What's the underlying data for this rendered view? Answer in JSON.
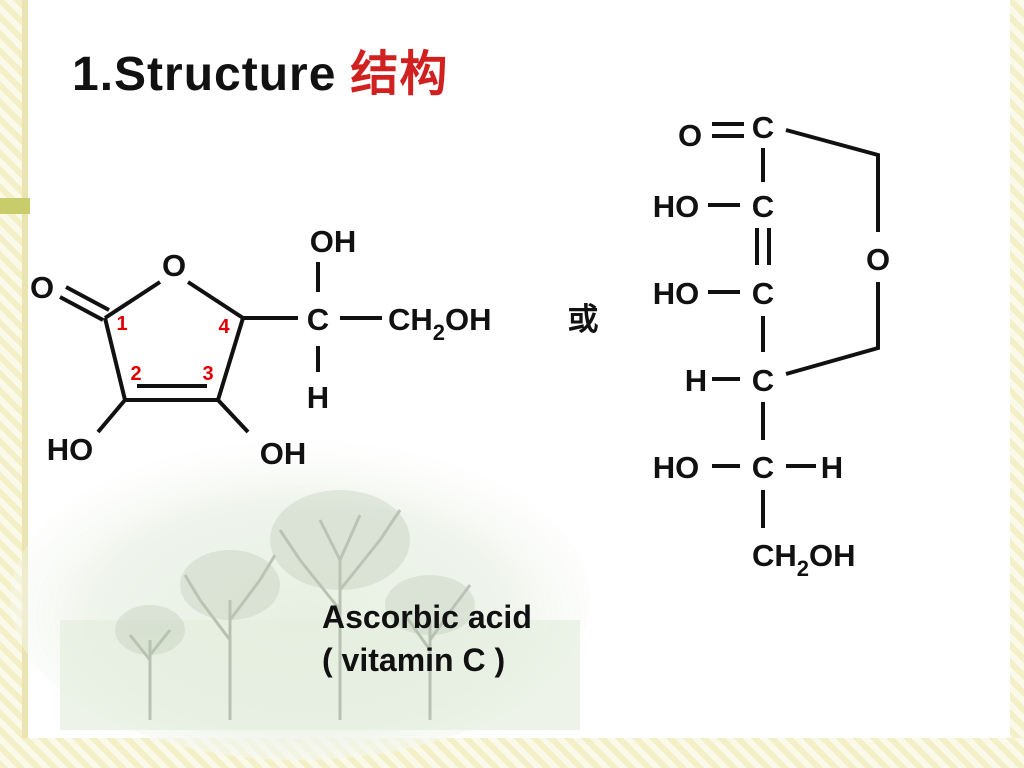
{
  "slide": {
    "title": "1.Structure",
    "title_cn": "结构"
  },
  "lactone": {
    "ring_o": "O",
    "carbonyl_o": "O",
    "ho_c2": "HO",
    "oh_c3": "OH",
    "oh_top": "OH",
    "c5": "C",
    "ch2": "CH",
    "sub2": "2",
    "oh_end": "OH",
    "h_bottom": "H",
    "numbers": [
      "1",
      "2",
      "3",
      "4"
    ]
  },
  "connector": "或",
  "chain": {
    "c1": "C",
    "o_carbonyl": "O",
    "ho_c2": "HO",
    "c2": "C",
    "ho_c3": "HO",
    "c3": "C",
    "ring_o": "O",
    "h_c4": "H",
    "c4": "C",
    "ho_c5": "HO",
    "c5": "C",
    "h_c5": "H",
    "ch2": "CH",
    "sub2": "2",
    "oh_end": "OH"
  },
  "caption": {
    "line1": "Ascorbic acid",
    "line2": "( vitamin C )"
  },
  "colors": {
    "title_cn": "#d02020",
    "ring_numbers": "#e00000",
    "border": "#f3f0c8"
  },
  "icons": [
    "tree-illustration"
  ]
}
